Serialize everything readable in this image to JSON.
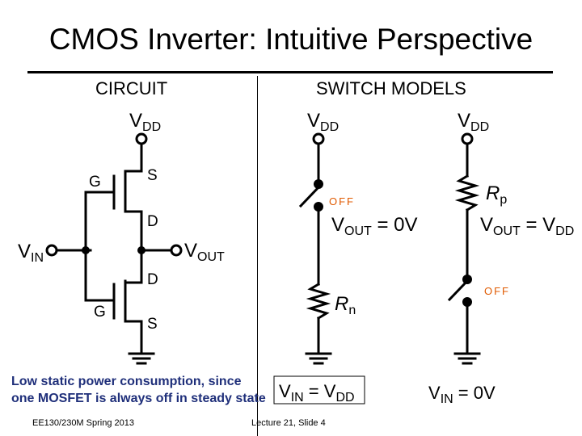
{
  "title": "CMOS Inverter: Intuitive Perspective",
  "circuit": {
    "heading": "CIRCUIT",
    "vdd": "V",
    "vdd_sub": "DD",
    "pmos_gate": "G",
    "pmos_source": "S",
    "pmos_drain": "D",
    "nmos_drain": "D",
    "nmos_gate": "G",
    "nmos_source": "S",
    "vin": "V",
    "vin_sub": "IN",
    "vout": "V",
    "vout_sub": "OUT"
  },
  "switch_models": {
    "heading": "SWITCH MODELS",
    "left": {
      "vdd": "V",
      "vdd_sub": "DD",
      "switch_state": "OFF",
      "vout": "V",
      "vout_sub": "OUT",
      "vout_value": " = 0V",
      "resistor": "R",
      "resistor_sub": "n"
    },
    "right": {
      "vdd": "V",
      "vdd_sub": "DD",
      "resistor": "R",
      "resistor_sub": "p",
      "vout": "V",
      "vout_sub": "OUT",
      "vout_eq": " = V",
      "vout_value_sub": "DD",
      "switch_state": "OFF"
    },
    "left_condition": {
      "v": "V",
      "v_sub": "IN",
      "eq": " = V",
      "eq_sub": "DD"
    },
    "right_condition": {
      "v": "V",
      "v_sub": "IN",
      "eq": " = 0V"
    }
  },
  "footnote": {
    "line1": "Low static power consumption, since",
    "line2": "one MOSFET is always off in steady state"
  },
  "footer": {
    "course": "EE130/230M Spring 2013",
    "slide": "Lecture 21, Slide 4"
  },
  "colors": {
    "off_label": "#e05a00",
    "footnote_text": "#1f2f7a"
  }
}
